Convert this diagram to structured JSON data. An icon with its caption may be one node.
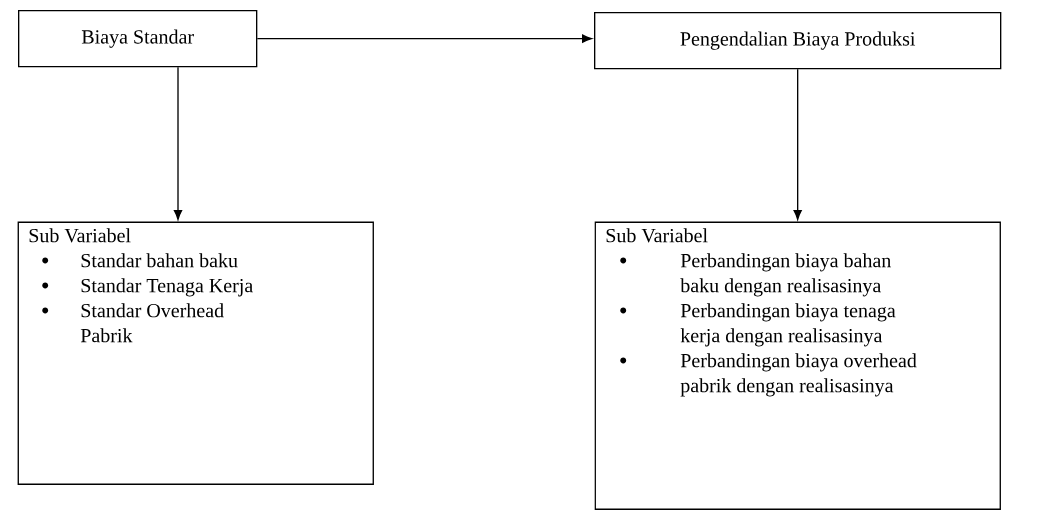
{
  "diagram": {
    "nodes": [
      {
        "text": [
          "Biaya Standar"
        ]
      },
      {
        "text": [
          "Pengendalian Biaya Produksi"
        ]
      },
      {
        "text": [
          "Sub Variabel",
          "Standar bahan baku",
          "Standar Tenaga Kerja",
          "Standar Overhead Pabrik"
        ]
      },
      {
        "text": [
          "Sub Variabel",
          "Perbandingan biaya bahan baku dengan realisasinya",
          "Perbandingan biaya tenaga kerja dengan realisasinya",
          "Perbandingan biaya overhead pabrik dengan realisasinya"
        ]
      }
    ],
    "edges": [
      {
        "from": 0,
        "to": 1,
        "arrow": "to"
      },
      {
        "from": 0,
        "to": 2,
        "arrow": "to"
      },
      {
        "from": 1,
        "to": 3,
        "arrow": "to"
      }
    ]
  }
}
